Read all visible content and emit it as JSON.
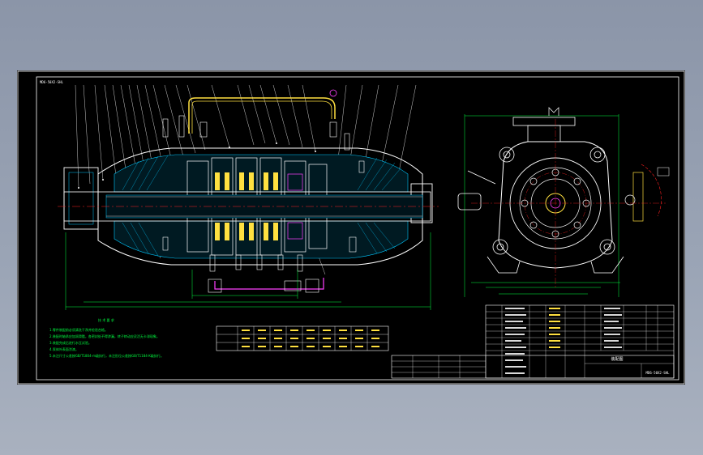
{
  "drawing": {
    "header_text": "MD6-50X2-SHL",
    "notes_title": "技 术 要 求",
    "notes": [
      "1.零件装配前必须清洗干净并检验合格。",
      "2.装配时轴承应加润滑脂，各密封处不得渗漏，转子转动应灵活无卡滞现象。",
      "3.装配完成后进行水压试验。",
      "4.泵体外表面涂漆。",
      "5.未注尺寸公差按GB/T1804-m级执行，未注形位公差按GB/T1184-K级执行。"
    ],
    "title_block": {
      "main_name": "装配图",
      "drawing_no": "MD6-50X2-SHL"
    }
  },
  "colors": {
    "sheet_bg": "#000000",
    "outline": "#ffffff",
    "centerline": "#ff2020",
    "dimension": "#00ff40",
    "hatch": "#00c8ff",
    "section_fill": "#ffe040",
    "pipe": "#ff40ff"
  }
}
